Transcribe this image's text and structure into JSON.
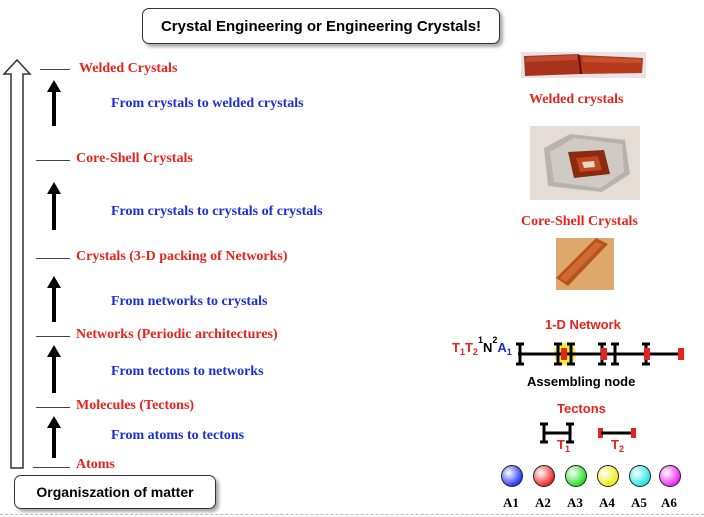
{
  "title": "Crystal Engineering or Engineering Crystals!",
  "footer_label": "Organiszation of matter",
  "levels": [
    "Welded Crystals",
    "Core-Shell Crystals",
    "Crystals (3-D packing of Networks)",
    "Networks (Periodic architectures)",
    "Molecules (Tectons)",
    "Atoms"
  ],
  "steps": [
    "From crystals to welded crystals",
    "From crystals to crystals of crystals",
    "From networks to crystals",
    "From tectons to networks",
    "From atoms to tectons"
  ],
  "captions": {
    "welded": "Welded crystals",
    "core_shell": "Core-Shell Crystals",
    "network": "1-D Network",
    "assembling_node": "Assembling node",
    "tectons": "Tectons"
  },
  "formula": {
    "t1": "T",
    "t1_sub": "1",
    "t2": "T",
    "t2_sub": "2",
    "n_sup_left": "1",
    "n": "N",
    "n_sup_right": "2",
    "a": "A",
    "a_sub": "1"
  },
  "tecton_labels": {
    "t1": "T",
    "t1_sub": "1",
    "t2": "T",
    "t2_sub": "2"
  },
  "atoms": [
    {
      "label": "A1",
      "color": "#2233ff"
    },
    {
      "label": "A2",
      "color": "#ee2222"
    },
    {
      "label": "A3",
      "color": "#22dd22"
    },
    {
      "label": "A4",
      "color": "#ffff22"
    },
    {
      "label": "A5",
      "color": "#22eeee"
    },
    {
      "label": "A6",
      "color": "#ee22ee"
    }
  ],
  "colors": {
    "level_red": "#e8231b",
    "step_blue": "#1a2fd6"
  }
}
